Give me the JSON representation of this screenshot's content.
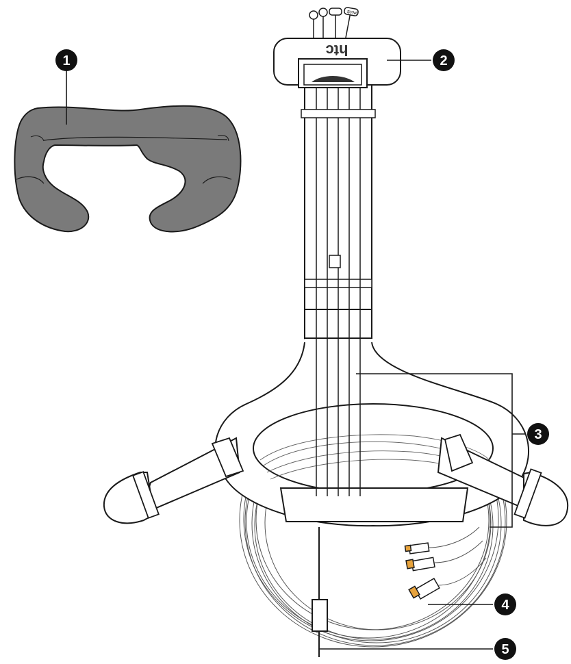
{
  "diagram": {
    "logo_text": "htc",
    "connector_labels": [
      "SYNC"
    ],
    "callouts": [
      {
        "number": "1"
      },
      {
        "number": "2"
      },
      {
        "number": "3"
      },
      {
        "number": "4"
      },
      {
        "number": "5"
      }
    ],
    "colors": {
      "face_cushion": "#7a7a7a",
      "line": "#1a1a1a",
      "callout_fill": "#111111",
      "plug_accent": "#e8a33c"
    }
  }
}
